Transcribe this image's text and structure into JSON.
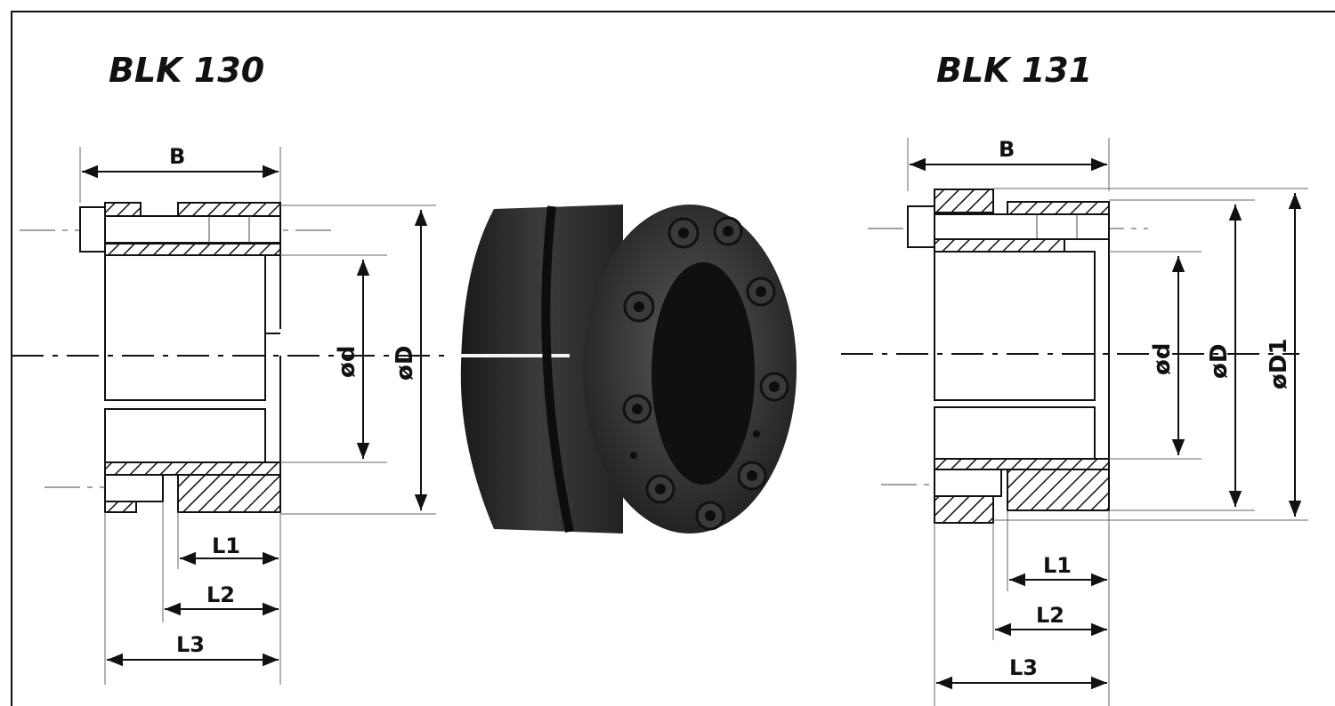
{
  "left": {
    "title": "BLK 130",
    "labels": {
      "B": "B",
      "d": "ød",
      "D": "øD",
      "L1": "L1",
      "L2": "L2",
      "L3": "L3"
    }
  },
  "right": {
    "title": "BLK 131",
    "labels": {
      "B": "B",
      "d": "ød",
      "D": "øD",
      "D1": "øD1",
      "L1": "L1",
      "L2": "L2",
      "L3": "L3"
    }
  },
  "colors": {
    "ink": "#111111",
    "product": "#2a2a2a"
  }
}
